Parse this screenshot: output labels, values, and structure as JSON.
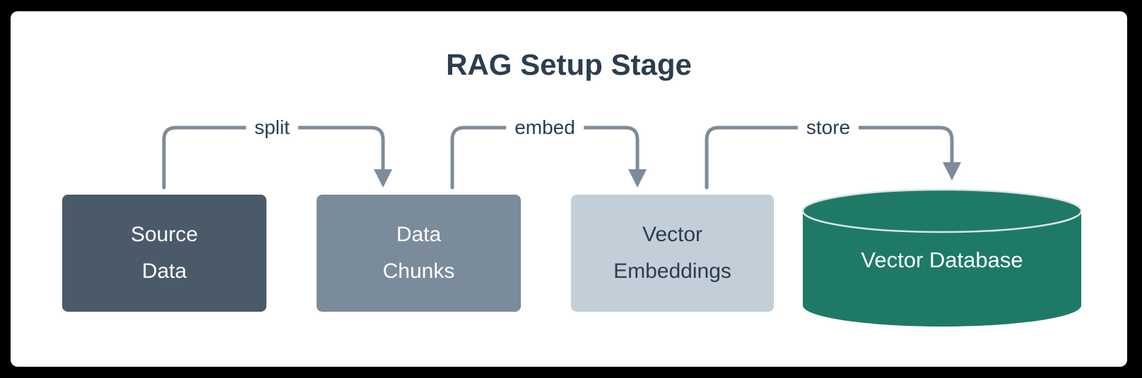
{
  "title": "RAG Setup Stage",
  "nodes": {
    "source": {
      "label": "Source\nData"
    },
    "chunks": {
      "label": "Data\nChunks"
    },
    "embeddings": {
      "label": "Vector\nEmbeddings"
    },
    "database": {
      "label": "Vector Database"
    }
  },
  "edges": {
    "split": {
      "label": "split",
      "from": "Source Data",
      "to": "Data Chunks"
    },
    "embed": {
      "label": "embed",
      "from": "Data Chunks",
      "to": "Vector Embeddings"
    },
    "store": {
      "label": "store",
      "from": "Vector Embeddings",
      "to": "Vector Database"
    }
  },
  "colors": {
    "page_frame": "#000000",
    "canvas": "#ffffff",
    "title_text": "#2d3d4f",
    "source_fill": "#4a5a68",
    "chunks_fill": "#7a8b9b",
    "embeddings_fill": "#c3cfd8",
    "database_fill": "#1e7a66",
    "database_seam": "#dde3e8",
    "arrow": "#7e8c9a",
    "light_text": "#ffffff",
    "dark_text": "#2d3d4f"
  }
}
